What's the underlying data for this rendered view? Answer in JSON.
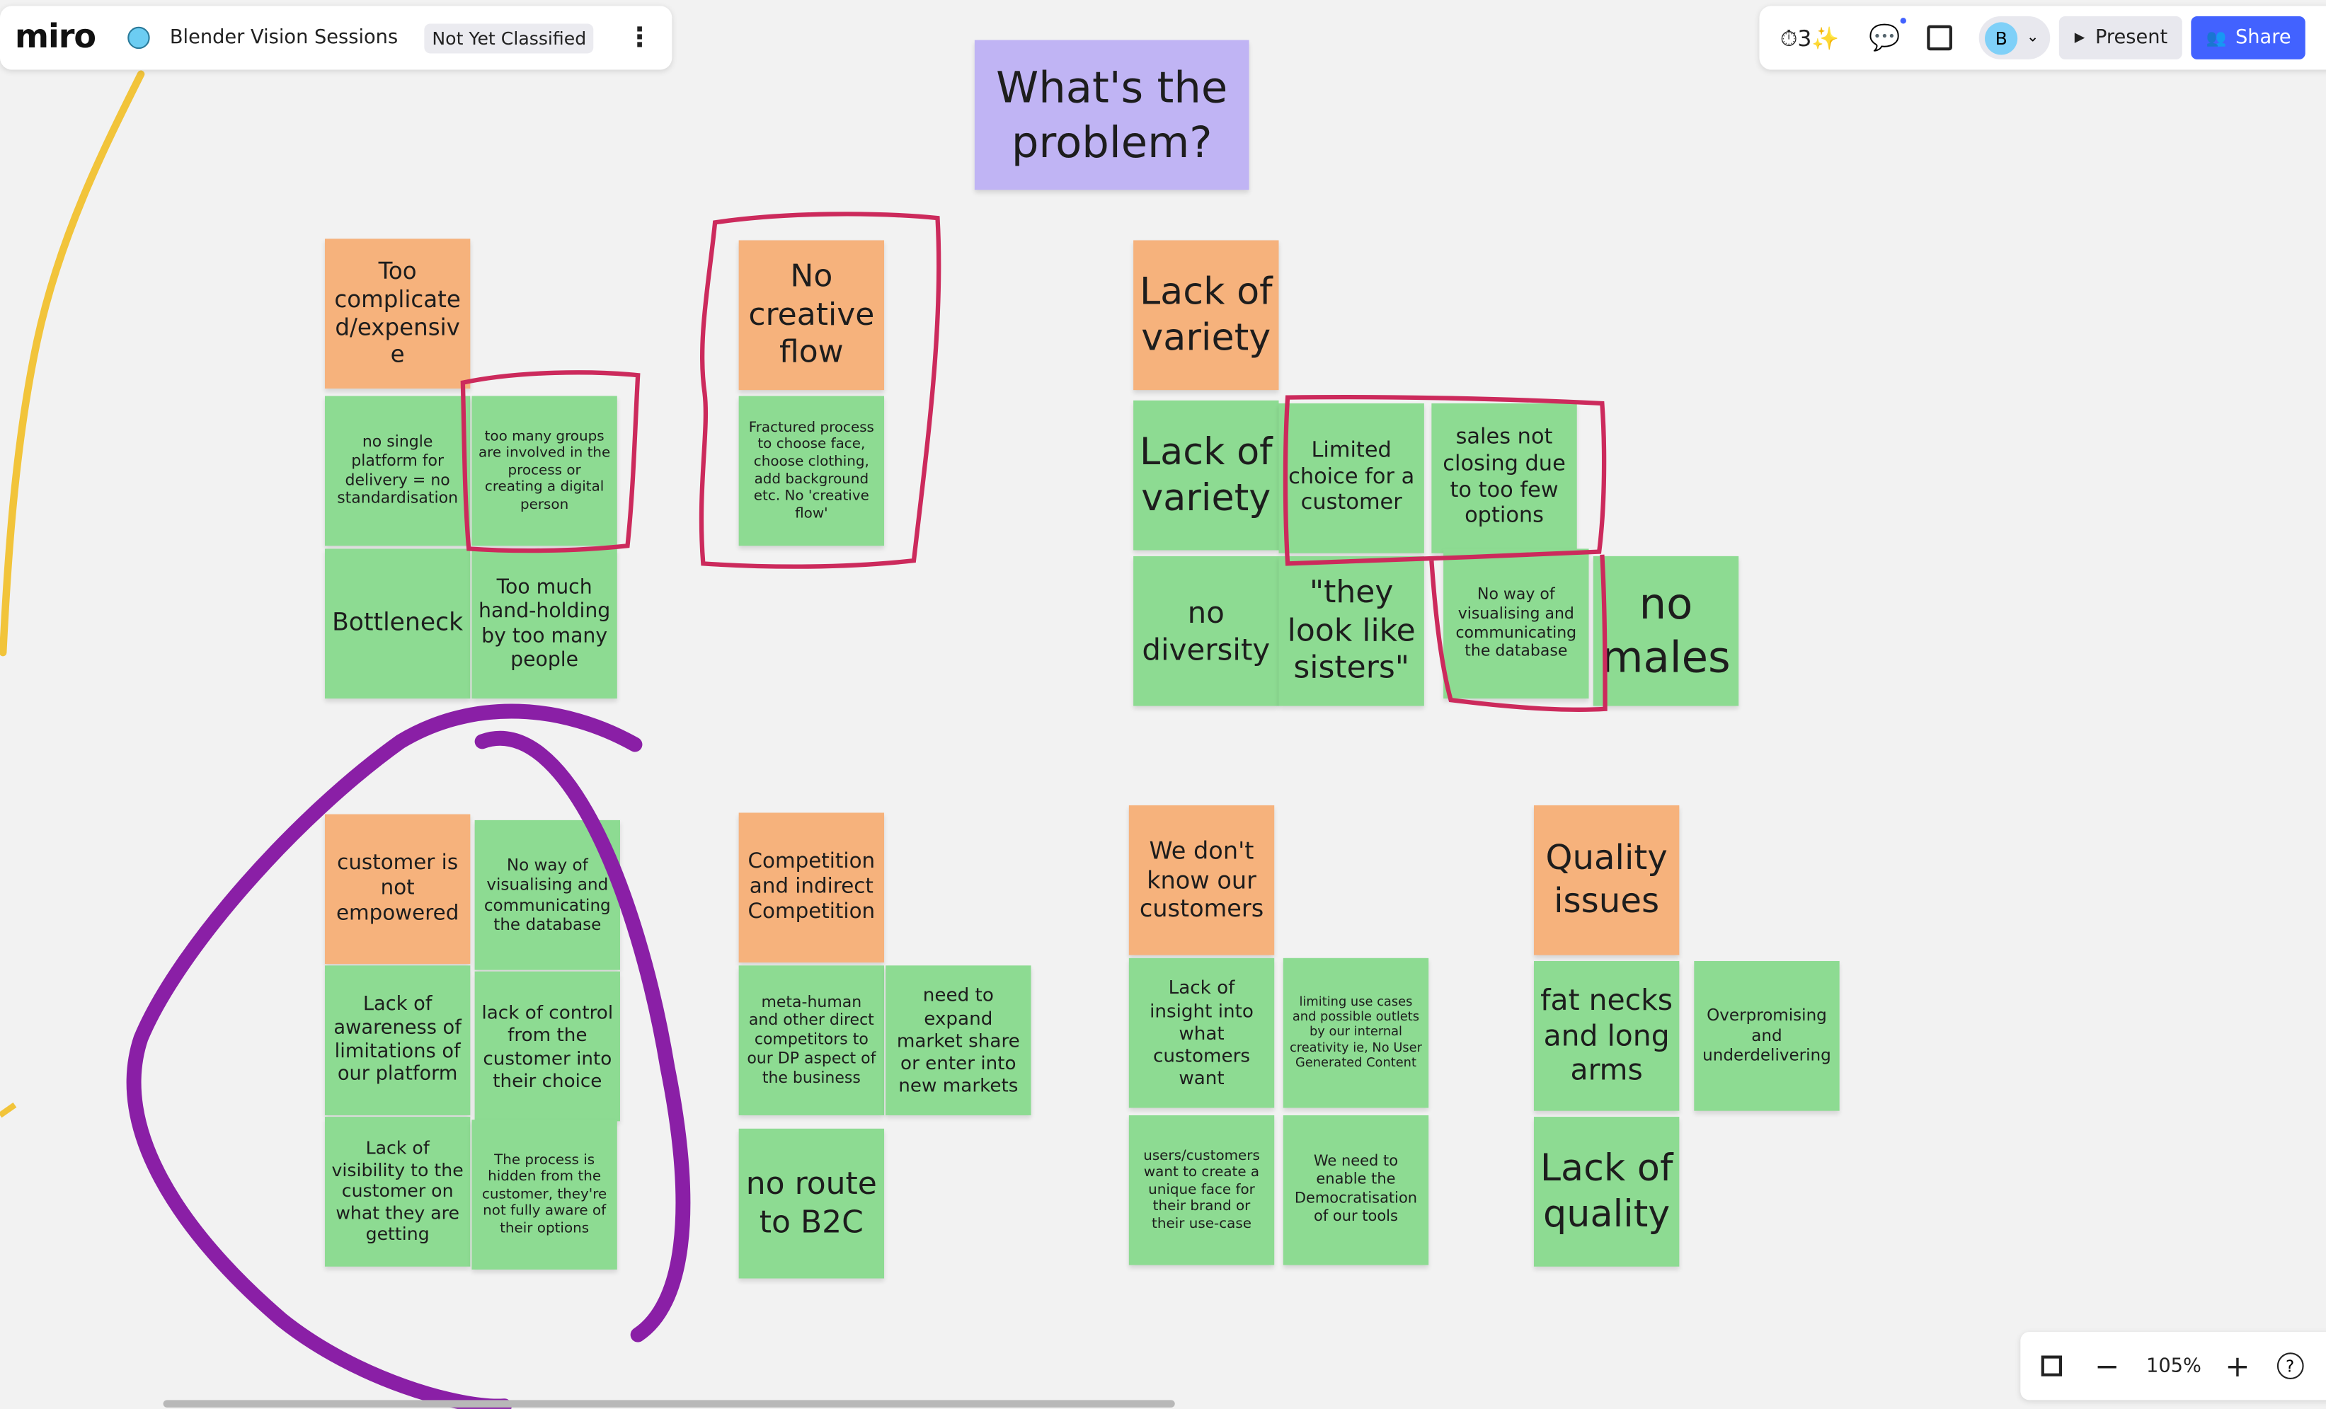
{
  "topbar": {
    "logo": "miro",
    "board_title": "Blender Vision Sessions",
    "classification": "Not Yet Classified"
  },
  "actions": {
    "avatar_initial": "B",
    "present": "Present",
    "share": "Share"
  },
  "zoom": {
    "level": "105%",
    "help": "?"
  },
  "colors": {
    "orange": "#f6b27c",
    "green": "#8ddb92",
    "title": "#c0b4f4",
    "share": "#4262ff",
    "red_ink": "#cc2a5c",
    "purple_ink": "#8a1fa6",
    "yellow_ink": "#f2c43a"
  },
  "board_title_note": "What's the problem?",
  "notes": [
    "Too complicate d/expensiv e",
    "no single platform for delivery = no standardisation",
    "too many groups are involved in the process or creating a digital person",
    "Bottleneck",
    "Too much hand-holding by too many people",
    "No creative flow",
    "Fractured process to choose face, choose clothing, add background etc. No 'creative flow'",
    "Lack of variety",
    "Lack of variety",
    "Limited choice for a customer",
    "sales not closing due to too few options",
    "no diversity",
    "\"they look like sisters\"",
    "No way of visualising and communicating the database",
    "no males",
    "customer is not empowered",
    "No way of visualising and communicating the database",
    "Lack of awareness of limitations of our platform",
    "lack of control from the customer into their choice",
    "Lack of visibility to the customer on what they are getting",
    "The process is hidden from the customer, they're not fully aware of their options",
    "Competition and indirect Competition",
    "meta-human and other direct competitors to our DP aspect of the business",
    "need to expand market share or enter into new markets",
    "no route to B2C",
    "We don't know our customers",
    "Lack of insight into what customers want",
    "limiting use cases and possible outlets by our internal creativity ie, No User Generated Content",
    "users/customers want to create a unique face for their brand or their use-case",
    "We need to enable the Democratisation of our tools",
    "Quality issues",
    "fat necks and long arms",
    "Overpromising and underdelivering",
    "Lack of quality"
  ]
}
